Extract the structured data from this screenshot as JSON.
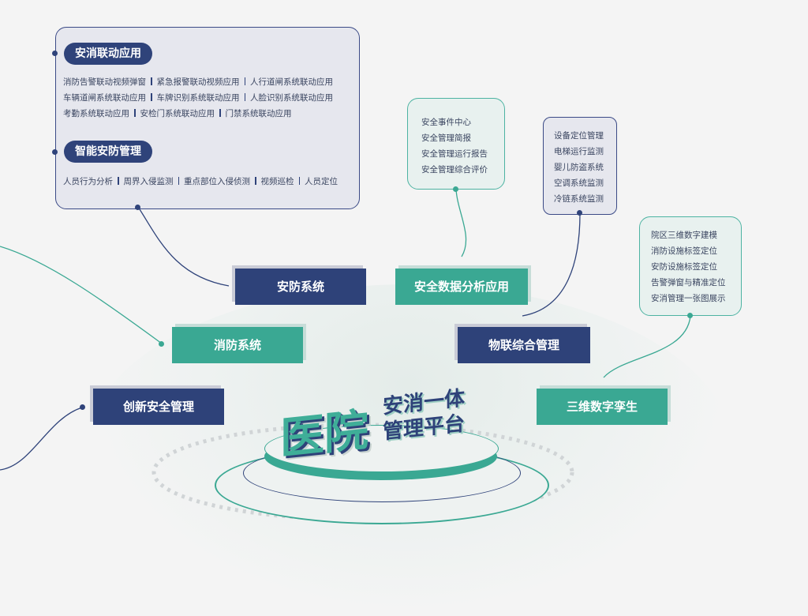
{
  "platform": {
    "title_big": "医院",
    "title_line1": "安消一体",
    "title_line2": "管理平台"
  },
  "security_panel": {
    "section1": {
      "title": "安消联动应用",
      "rows": [
        [
          "消防告警联动视频弹窗",
          "紧急报警联动视频应用",
          "人行道闸系统联动应用"
        ],
        [
          "车辆道闸系统联动应用",
          "车牌识别系统联动应用",
          "人脸识别系统联动应用"
        ],
        [
          "考勤系统联动应用",
          "安检门系统联动应用",
          "门禁系统联动应用"
        ]
      ]
    },
    "section2": {
      "title": "智能安防管理",
      "rows": [
        [
          "人员行为分析",
          "周界入侵监测",
          "重点部位入侵侦测",
          "视频巡检",
          "人员定位"
        ]
      ]
    }
  },
  "data_card": {
    "items": [
      "安全事件中心",
      "安全管理简报",
      "安全管理运行报告",
      "安全管理综合评价"
    ]
  },
  "iot_card": {
    "items": [
      "设备定位管理",
      "电梯运行监测",
      "婴儿防盗系统",
      "空调系统监测",
      "冷链系统监测"
    ]
  },
  "twin_card": {
    "items": [
      "院区三维数字建模",
      "消防设施标签定位",
      "安防设施标签定位",
      "告警弹窗与精准定位",
      "安消管理一张图展示"
    ]
  },
  "modules": {
    "security_system": "安防系统",
    "safety_data": "安全数据分析应用",
    "fire_system": "消防系统",
    "iot_management": "物联综合管理",
    "innovation": "创新安全管理",
    "digital_twin": "三维数字孪生"
  },
  "colors": {
    "navy": "#2e4279",
    "teal": "#3aa893",
    "panel_bg": "#e6e7ee",
    "card_bg": "#e8f1ef"
  }
}
